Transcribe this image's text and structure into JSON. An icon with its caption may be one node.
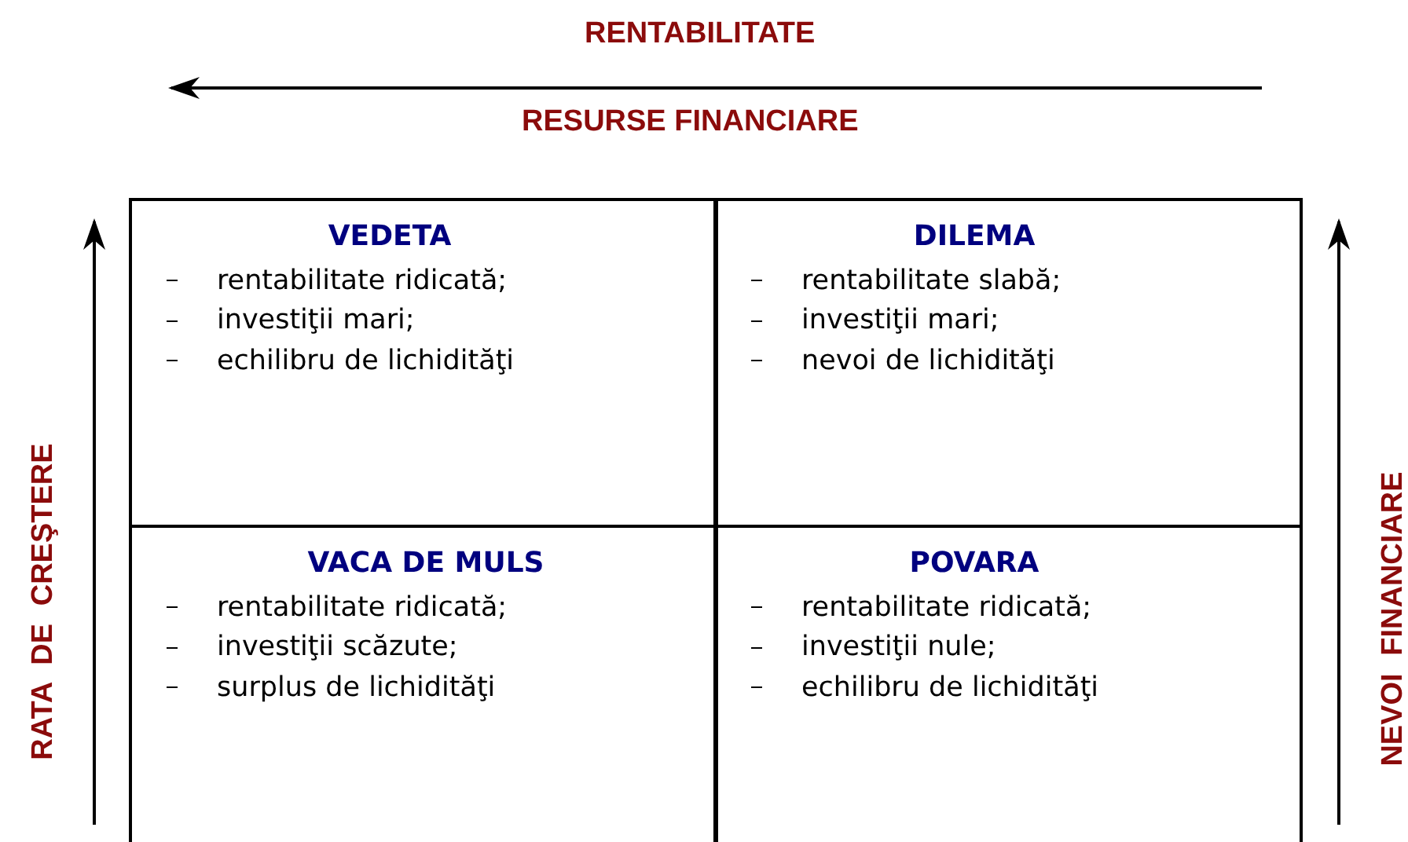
{
  "diagram": {
    "nodes": [
      {
        "text": [
          "VEDETA",
          "rentabilitate ridicată;",
          "investiţii mari;",
          "echilibru de lichidităţi"
        ]
      },
      {
        "text": [
          "DILEMA",
          "rentabilitate slabă;",
          "investiţii mari;",
          "nevoi de lichidităţi"
        ]
      },
      {
        "text": [
          "VACA DE MULS",
          "rentabilitate ridicată;",
          "investiţii scăzute;",
          "surplus de lichidităţi"
        ]
      },
      {
        "text": [
          "POVARA",
          "rentabilitate ridicată;",
          "investiţii nule;",
          "echilibru de lichidităţi"
        ]
      }
    ],
    "edges": [],
    "labels": [
      "RENTABILITATE",
      "RESURSE FINANCIARE",
      "RATA DE CREŞTERE",
      "NEVOI FINANCIARE"
    ]
  }
}
